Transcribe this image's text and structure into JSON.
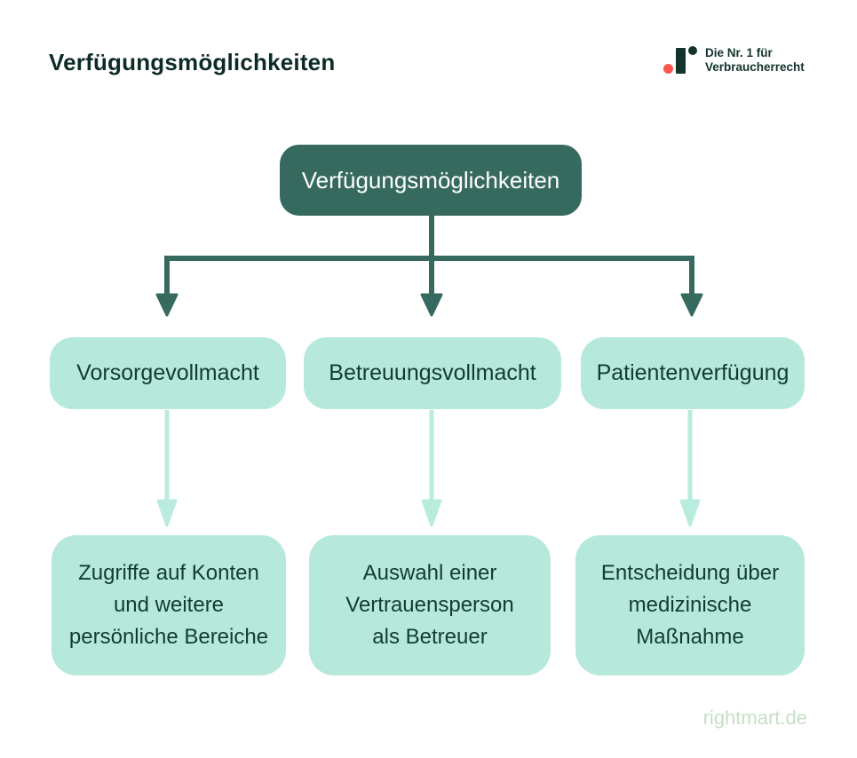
{
  "header": {
    "title": "Verfügungsmöglichkeiten",
    "logo": {
      "tagline_line1": "Die Nr. 1 für",
      "tagline_line2": "Verbraucherrecht"
    }
  },
  "diagram": {
    "root_label": "Verfügungsmöglichkeiten",
    "branches": [
      {
        "label": "Vorsorgevollmacht",
        "description": "Zugriffe auf Konten und weitere persönliche Bereiche",
        "lines": [
          "Zugriffe auf Konten",
          "und weitere",
          "persönliche Bereiche"
        ]
      },
      {
        "label": "Betreuungsvollmacht",
        "description": "Auswahl einer Vertrauensperson als Betreuer",
        "lines": [
          "Auswahl einer",
          "Vertrauensperson",
          "als Betreuer"
        ]
      },
      {
        "label": "Patientenverfügung",
        "description": "Entscheidung über medizinische Maßnahme",
        "lines": [
          "Entscheidung über",
          "medizinische",
          "Maßnahme"
        ]
      }
    ]
  },
  "footer": {
    "watermark": "rightmart.de"
  },
  "colors": {
    "dark_teal": "#376a5f",
    "mint": "#b6e9dc",
    "mint_arrow": "#b9ecdf",
    "node_text": "#133b33",
    "title_text": "#0d2b26",
    "logo_text": "#13332d",
    "coral": "#fb574c",
    "watermark_text": "#c8dfc6",
    "background": "#ffffff"
  }
}
